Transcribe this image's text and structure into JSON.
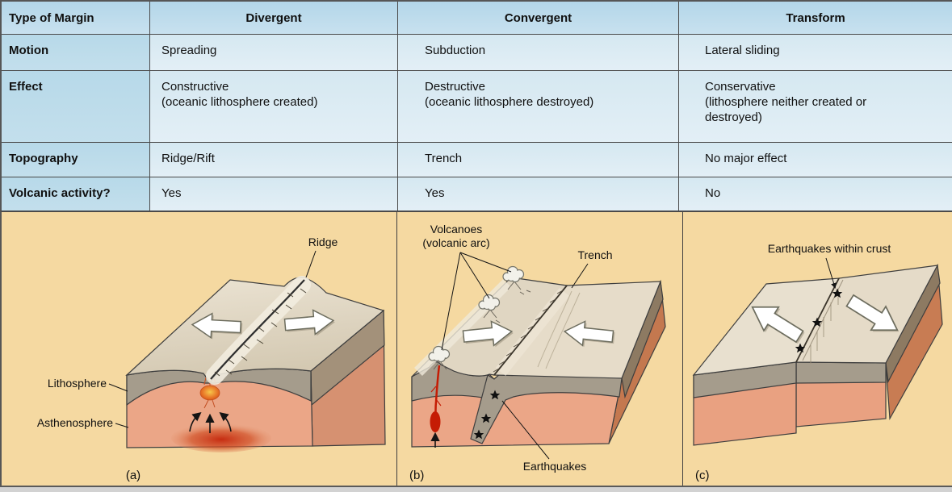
{
  "table": {
    "header": [
      "Type of Margin",
      "Divergent",
      "Convergent",
      "Transform"
    ],
    "rows": [
      {
        "label": "Motion",
        "values": [
          "Spreading",
          "Subduction",
          "Lateral sliding"
        ]
      },
      {
        "label": "Effect",
        "values": [
          "Constructive\n(oceanic lithosphere created)",
          "Destructive\n(oceanic lithosphere destroyed)",
          "Conservative\n(lithosphere neither created or\ndestroyed)"
        ]
      },
      {
        "label": "Topography",
        "values": [
          "Ridge/Rift",
          "Trench",
          "No major effect"
        ]
      },
      {
        "label": "Volcanic activity?",
        "values": [
          "Yes",
          "Yes",
          "No"
        ]
      }
    ]
  },
  "diagrams": {
    "divergent": {
      "caption": "(a)",
      "ridge_label": "Ridge",
      "lithosphere_label": "Lithosphere",
      "asthenosphere_label": "Asthenosphere"
    },
    "convergent": {
      "caption": "(b)",
      "volcanoes_label_line1": "Volcanoes",
      "volcanoes_label_line2": "(volcanic arc)",
      "trench_label": "Trench",
      "earthquakes_label": "Earthquakes"
    },
    "transform": {
      "caption": "(c)",
      "earthquakes_label": "Earthquakes within crust"
    }
  },
  "colors": {
    "table_header_bg": "#b9dbec",
    "table_label_bg": "#bddcea",
    "table_cell_bg": "#dcebf2",
    "table_border": "#4a4a4a",
    "diagram_bg": "#f5d9a1",
    "lithosphere_gray": "#a59c8c",
    "asthenosphere_salmon": "#eba687",
    "magma_red": "#c51c04",
    "top_face_cream": "#e3d9c5",
    "side_face_brown": "#8d7a62",
    "arrow_fill": "#ffffff"
  }
}
